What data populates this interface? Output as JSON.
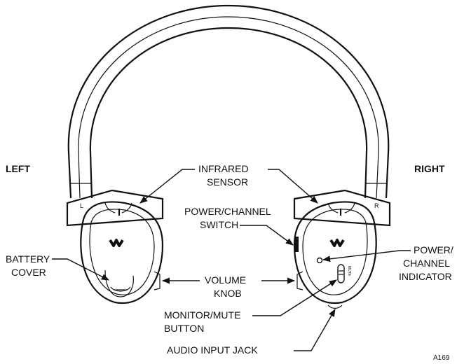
{
  "sides": {
    "left": "LEFT",
    "right": "RIGHT"
  },
  "labels": {
    "infrared_sensor": [
      "INFRARED",
      "SENSOR"
    ],
    "power_channel_switch": [
      "POWER/CHANNEL",
      "SWITCH"
    ],
    "battery_cover": [
      "BATTERY",
      "COVER"
    ],
    "volume_knob": [
      "VOLUME",
      "KNOB"
    ],
    "monitor_mute_button": [
      "MONITOR/MUTE",
      "BUTTON"
    ],
    "audio_input_jack": "AUDIO INPUT JACK",
    "power_channel_indicator": [
      "POWER/",
      "CHANNEL",
      "INDICATOR"
    ]
  },
  "cup_marks": {
    "left": "L",
    "right": "R",
    "mute": "MUTE"
  },
  "figure_code": "A169"
}
